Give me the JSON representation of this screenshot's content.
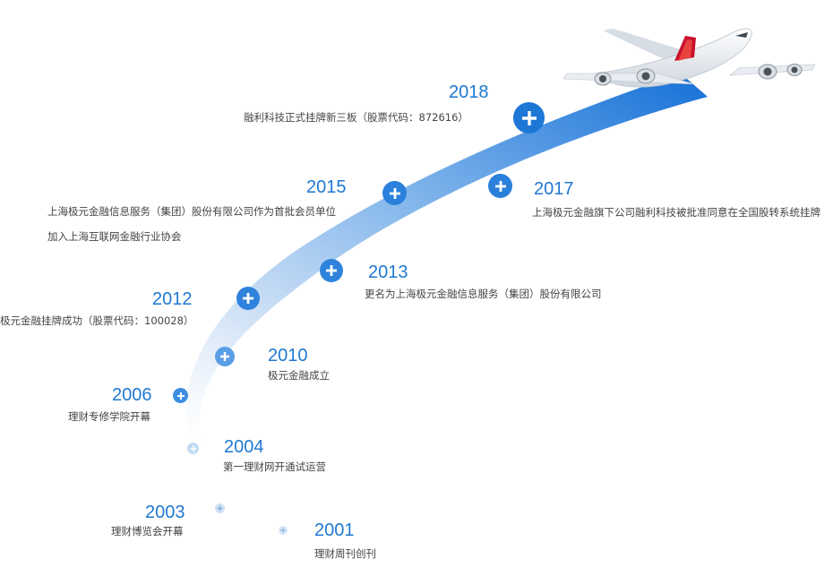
{
  "colors": {
    "accent": "#1f78d1",
    "text": "#444444",
    "path_light": "#e8f1fb",
    "path_dark": "#1a73d8"
  },
  "plane_icon": "airplane-icon",
  "milestones": [
    {
      "year": "2001",
      "desc": "理财周刊创刊"
    },
    {
      "year": "2003",
      "desc": "理财博览会开幕"
    },
    {
      "year": "2004",
      "desc": "第一理财网开通试运营"
    },
    {
      "year": "2006",
      "desc": "理财专修学院开幕"
    },
    {
      "year": "2010",
      "desc": "极元金融成立"
    },
    {
      "year": "2012",
      "desc": "极元金融挂牌成功（股票代码：100028）"
    },
    {
      "year": "2013",
      "desc": "更名为上海极元金融信息服务（集团）股份有限公司"
    },
    {
      "year": "2015",
      "desc": "上海极元金融信息服务（集团）股份有限公司作为首批会员单位",
      "desc2": "加入上海互联网金融行业协会"
    },
    {
      "year": "2017",
      "desc": "上海极元金融旗下公司融利科技被批准同意在全国股转系统挂牌"
    },
    {
      "year": "2018",
      "desc": "融利科技正式挂牌新三板（股票代码：872616）"
    }
  ]
}
